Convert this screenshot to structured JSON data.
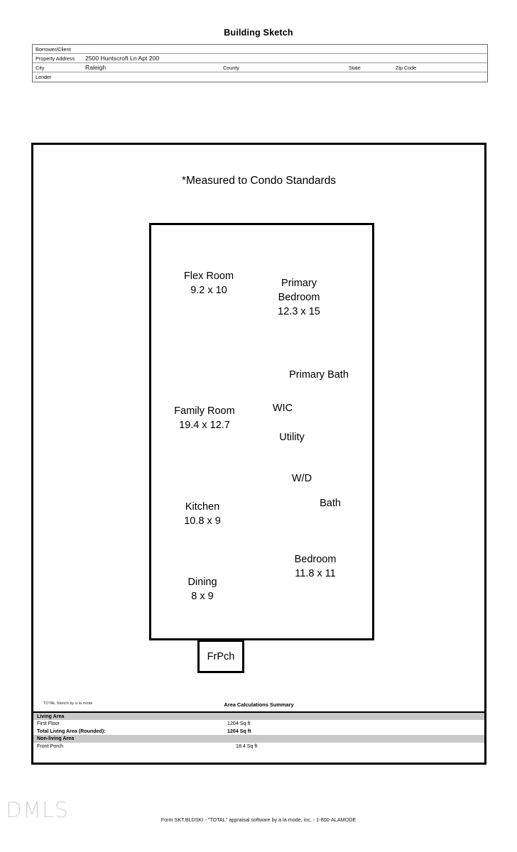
{
  "page": {
    "title": "Building Sketch"
  },
  "header": {
    "rows": [
      {
        "label": "Borrower/Client",
        "value": ""
      },
      {
        "label": "Property Address",
        "value": "2500 Huntscroft Ln Apt 200"
      },
      {
        "label": "City",
        "value": "Raleigh"
      },
      {
        "label": "Lender",
        "value": ""
      }
    ],
    "city_row_extra": [
      {
        "label": "County",
        "value": ""
      },
      {
        "label": "State",
        "value": ""
      },
      {
        "label": "Zip Code",
        "value": ""
      }
    ]
  },
  "sketch": {
    "note": "*Measured to Condo Standards",
    "rooms": [
      {
        "name": "Flex Room",
        "dims": "9.2 x 10"
      },
      {
        "name": "Primary",
        "name2": "Bedroom",
        "dims": "12.3 x 15"
      },
      {
        "name": "Primary Bath",
        "dims": ""
      },
      {
        "name": "Family Room",
        "dims": "19.4 x 12.7"
      },
      {
        "name": "WIC",
        "dims": ""
      },
      {
        "name": "Utility",
        "dims": ""
      },
      {
        "name": "W/D",
        "dims": ""
      },
      {
        "name": "Bath",
        "dims": ""
      },
      {
        "name": "Kitchen",
        "dims": "10.8 x 9"
      },
      {
        "name": "Bedroom",
        "dims": "11.8 x 11"
      },
      {
        "name": "Dining",
        "dims": "8 x 9"
      }
    ],
    "porch_label": "FrPch",
    "credit": "TOTAL Sketch by a la mode"
  },
  "area_calculations": {
    "title": "Area Calculations Summary",
    "rows": [
      {
        "label": "Living Area",
        "value": "",
        "style": "header"
      },
      {
        "label": "First Floor",
        "value": "1204 Sq ft",
        "style": "normal"
      },
      {
        "label": "Total Living Area (Rounded):",
        "value": "1204 Sq ft",
        "style": "bold"
      },
      {
        "label": "Non-living Area",
        "value": "",
        "style": "header"
      },
      {
        "label": "Front Porch",
        "value": "18.4 Sq ft",
        "style": "normal"
      }
    ]
  },
  "footer": {
    "watermark": "DMLS",
    "form_text": "Form SKT.BLDSKI - \"TOTAL\" appraisal software by a la mode, inc. - 1-800-ALAMODE"
  }
}
